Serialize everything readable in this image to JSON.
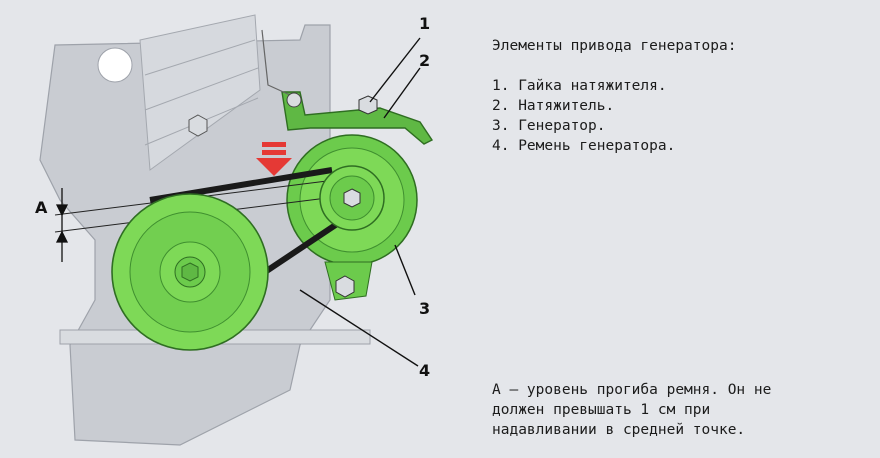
{
  "legend": {
    "title": "Элементы привода генератора:",
    "items": [
      "1. Гайка натяжителя.",
      "2. Натяжитель.",
      "3. Генератор.",
      "4. Ремень генератора."
    ]
  },
  "note": {
    "lines": [
      "А — уровень прогиба ремня. Он не",
      "должен превышать 1 см при",
      "надавливании в средней точке."
    ]
  },
  "callouts": {
    "c1": "1",
    "c2": "2",
    "c3": "3",
    "c4": "4",
    "a": "A"
  },
  "colors": {
    "pulley": "#7ed957",
    "pulley_dark": "#3f8f2f",
    "engine": "#c9ccd2",
    "arrow": "#e53935"
  }
}
